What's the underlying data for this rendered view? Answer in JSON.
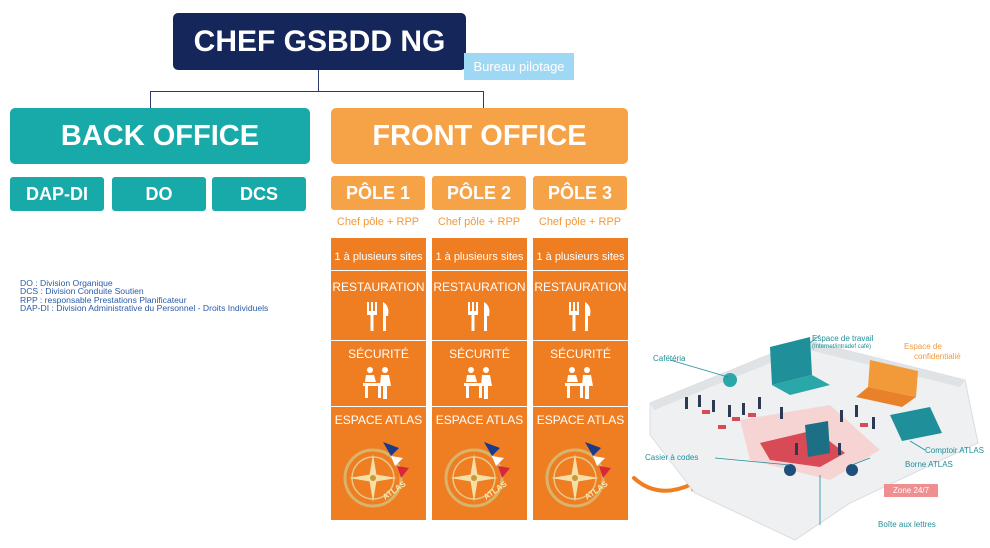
{
  "chef": "CHEF GSBDD NG",
  "bureau": "Bureau pilotage",
  "back_office": {
    "title": "BACK OFFICE",
    "units": [
      "DAP-DI",
      "DO",
      "DCS"
    ]
  },
  "front_office": {
    "title": "FRONT OFFICE",
    "poles": [
      {
        "name": "PÔLE 1",
        "chef": "Chef pôle + RPP",
        "sites": "1 à plusieurs sites",
        "restauration": "RESTAURATION",
        "securite": "SÉCURITÉ",
        "espace": "ESPACE ATLAS"
      },
      {
        "name": "PÔLE 2",
        "chef": "Chef pôle + RPP",
        "sites": "1 à plusieurs sites",
        "restauration": "RESTAURATION",
        "securite": "SÉCURITÉ",
        "espace": "ESPACE ATLAS"
      },
      {
        "name": "PÔLE 3",
        "chef": "Chef pôle + RPP",
        "sites": "1 à plusieurs sites",
        "restauration": "RESTAURATION",
        "securite": "SÉCURITÉ",
        "espace": "ESPACE ATLAS"
      }
    ]
  },
  "legend": [
    "DO : Division Organique",
    "DCS : Division Conduite Soutien",
    "RPP : responsable Prestations Planificateur",
    "DAP-DI : Division Administrative du Personnel - Droits Individuels"
  ],
  "atlas_logo": "ATLAS",
  "floorplan": {
    "cafeteria": "Cafétéria",
    "espace_travail": "Espace de travail",
    "espace_travail_sub": "(Internet/intradef café)",
    "espace_conf_1": "Espace de",
    "espace_conf_2": "confidentialié",
    "comptoir": "Comptoir ATLAS",
    "borne": "Borne ATLAS",
    "casier": "Casier à codes",
    "zone": "Zone 24/7",
    "boite": "Boîte aux lettres"
  },
  "colors": {
    "navy": "#14265a",
    "teal": "#18aaa9",
    "light_orange": "#f6a247",
    "orange": "#ef7d22",
    "light_blue": "#9fd8f4"
  }
}
